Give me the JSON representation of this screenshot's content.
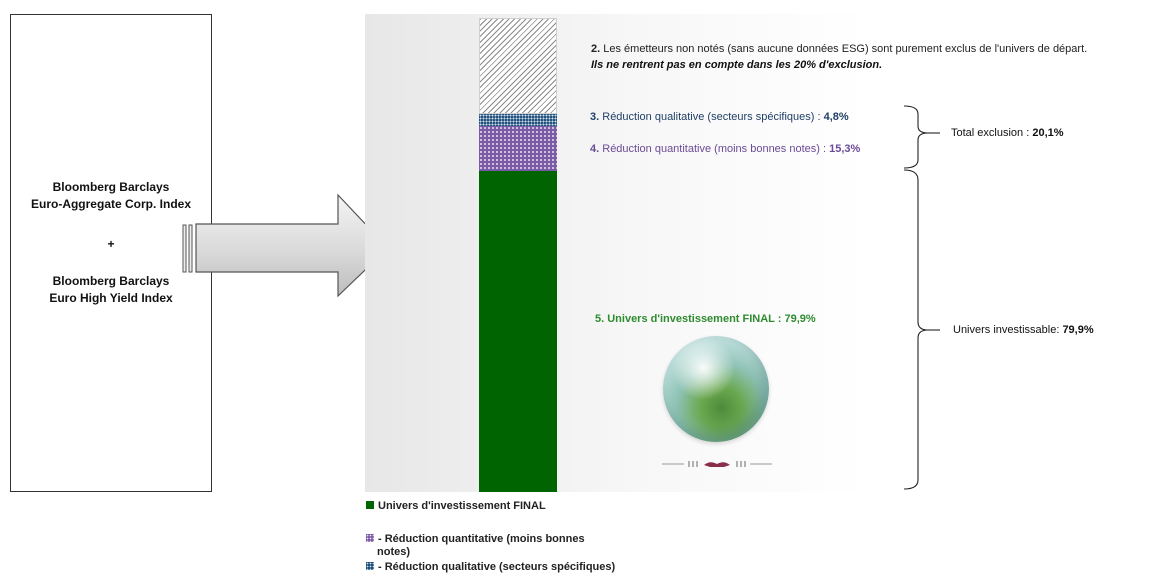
{
  "index_box": {
    "line1": "Bloomberg Barclays",
    "line2": "Euro-Aggregate Corp. Index",
    "plus": "+",
    "line3": "Bloomberg Barclays",
    "line4": "Euro High Yield Index"
  },
  "notes": {
    "nonrated_prefix": "2.",
    "nonrated_text": " Les émetteurs non notés (sans aucune données ESG) sont purement exclus de l'univers de départ.",
    "nonrated_italic": "Ils ne rentrent pas en compte dans les 20% d'exclusion.",
    "qualitative_prefix": "3.",
    "qualitative_text": " Réduction qualitative (secteurs spécifiques) : ",
    "qualitative_value": "4,8%",
    "quantitative_prefix": "4.",
    "quantitative_text": " Réduction quantitative (moins bonnes notes) : ",
    "quantitative_value": "15,3%",
    "final_text": "5. Univers d'investissement FINAL : 79,9%"
  },
  "braces": {
    "exclusion_text": "Total exclusion : ",
    "exclusion_value": "20,1%",
    "investable_text": "Univers investissable: ",
    "investable_value": "79,9%"
  },
  "legend": {
    "final": "Univers d'investissement FINAL",
    "quantitative_1": "- Réduction quantitative (moins bonnes",
    "quantitative_2": "notes)",
    "qualitative": "- Réduction qualitative (secteurs spécifiques)"
  },
  "colors": {
    "final": "#006400",
    "quantitative": "#7b5aa6",
    "qualitative": "#1f4e79",
    "nonrated_hatch": "#8a8a8a"
  },
  "chart_data": {
    "type": "bar",
    "categories": [
      ""
    ],
    "series": [
      {
        "name": "Univers d'investissement FINAL",
        "values": [
          79.9
        ]
      },
      {
        "name": "- Réduction quantitative (moins bonnes notes)",
        "values": [
          15.3
        ]
      },
      {
        "name": "- Réduction qualitative (secteurs spécifiques)",
        "values": [
          4.8
        ]
      }
    ],
    "stacked": true,
    "legend": "bottom-left"
  }
}
